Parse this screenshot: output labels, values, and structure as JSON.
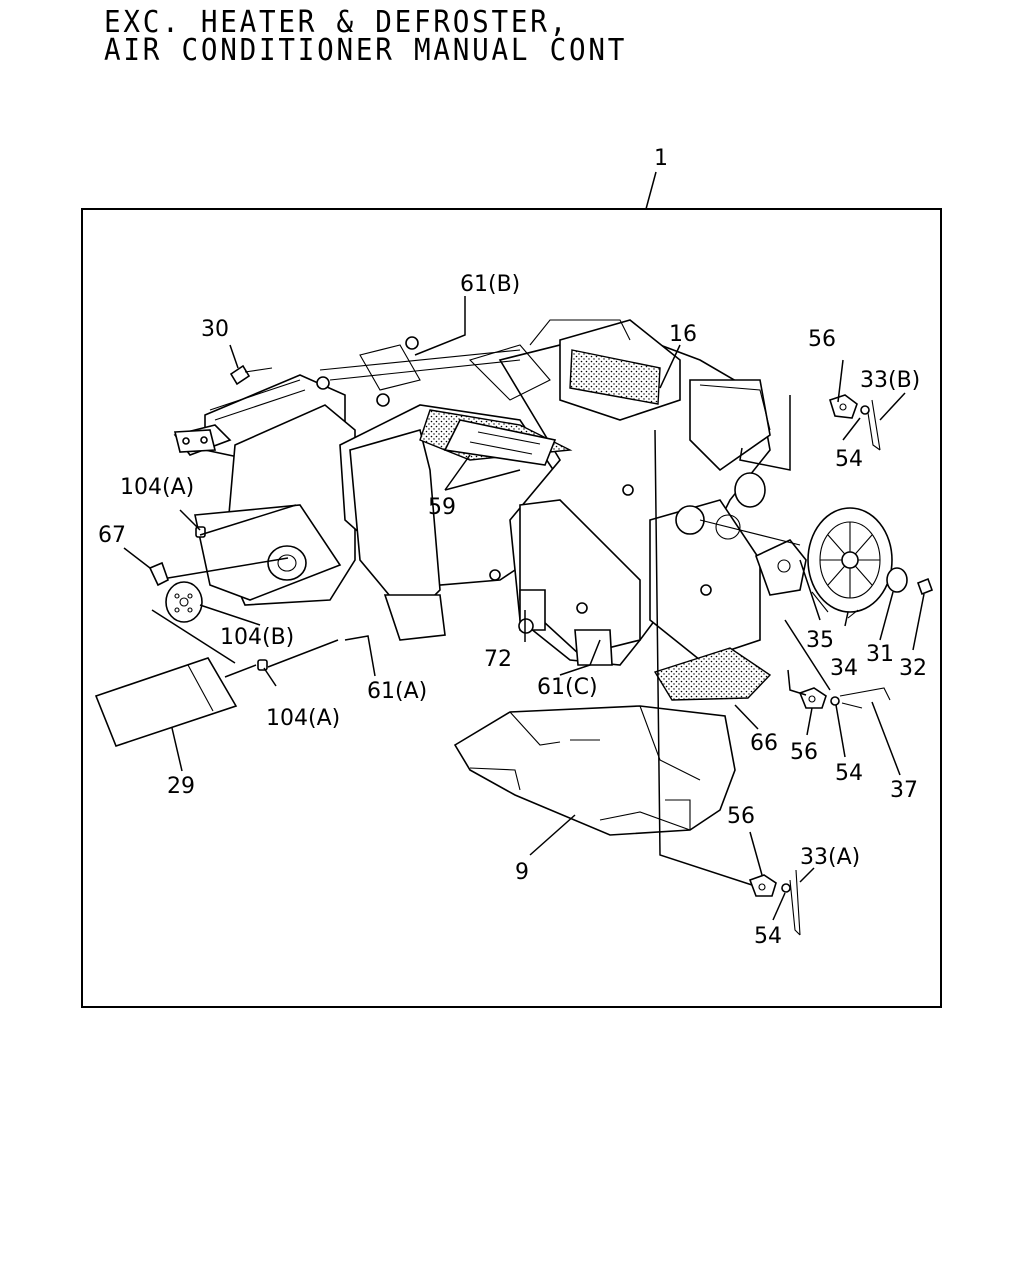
{
  "title": {
    "line1": "EXC. HEATER & DEFROSTER,",
    "line2": "AIR CONDITIONER MANUAL CONT"
  },
  "labels": {
    "assembly": "1",
    "p61b": "61(B)",
    "p16": "16",
    "p30": "30",
    "p56a": "56",
    "p33b": "33(B)",
    "p54a": "54",
    "p104a_top": "104(A)",
    "p67": "67",
    "p59": "59",
    "p104b": "104(B)",
    "p72": "72",
    "p35": "35",
    "p34": "34",
    "p31": "31",
    "p32": "32",
    "p61a": "61(A)",
    "p104a_bottom": "104(A)",
    "p61c": "61(C)",
    "p66": "66",
    "p56b": "56",
    "p54b": "54",
    "p37": "37",
    "p29": "29",
    "p9": "9",
    "p56c": "56",
    "p33a": "33(A)",
    "p54c": "54"
  }
}
